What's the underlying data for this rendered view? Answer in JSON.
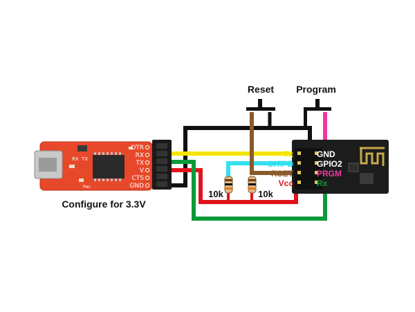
{
  "diagram": {
    "buttons": {
      "reset": "Reset",
      "program": "Program"
    },
    "ftdi_pins": [
      "DTR",
      "RX",
      "TX",
      "V",
      "CTS",
      "GND"
    ],
    "ftdi_caption": "Configure for 3.3V",
    "ftdi_board_marks": {
      "rx_led": "RX",
      "tx_led": "TX",
      "pwr": "Pwr"
    },
    "resistors": {
      "left": "10k",
      "right": "10k"
    },
    "esp_pins_left": [
      "Tx",
      "CH\\PD",
      "RSET",
      "Vcc"
    ],
    "esp_pins_right": [
      "GND",
      "GPIO2",
      "PRGM",
      "Rx"
    ],
    "colors": {
      "board": "#e8482a",
      "black": "#111111",
      "yellow": "#f5e400",
      "cyan": "#33e0f0",
      "brown": "#8a5a2b",
      "red": "#e0141b",
      "green": "#0b9a3a",
      "magenta": "#f0379e",
      "esp": "#1c1c1c"
    }
  }
}
